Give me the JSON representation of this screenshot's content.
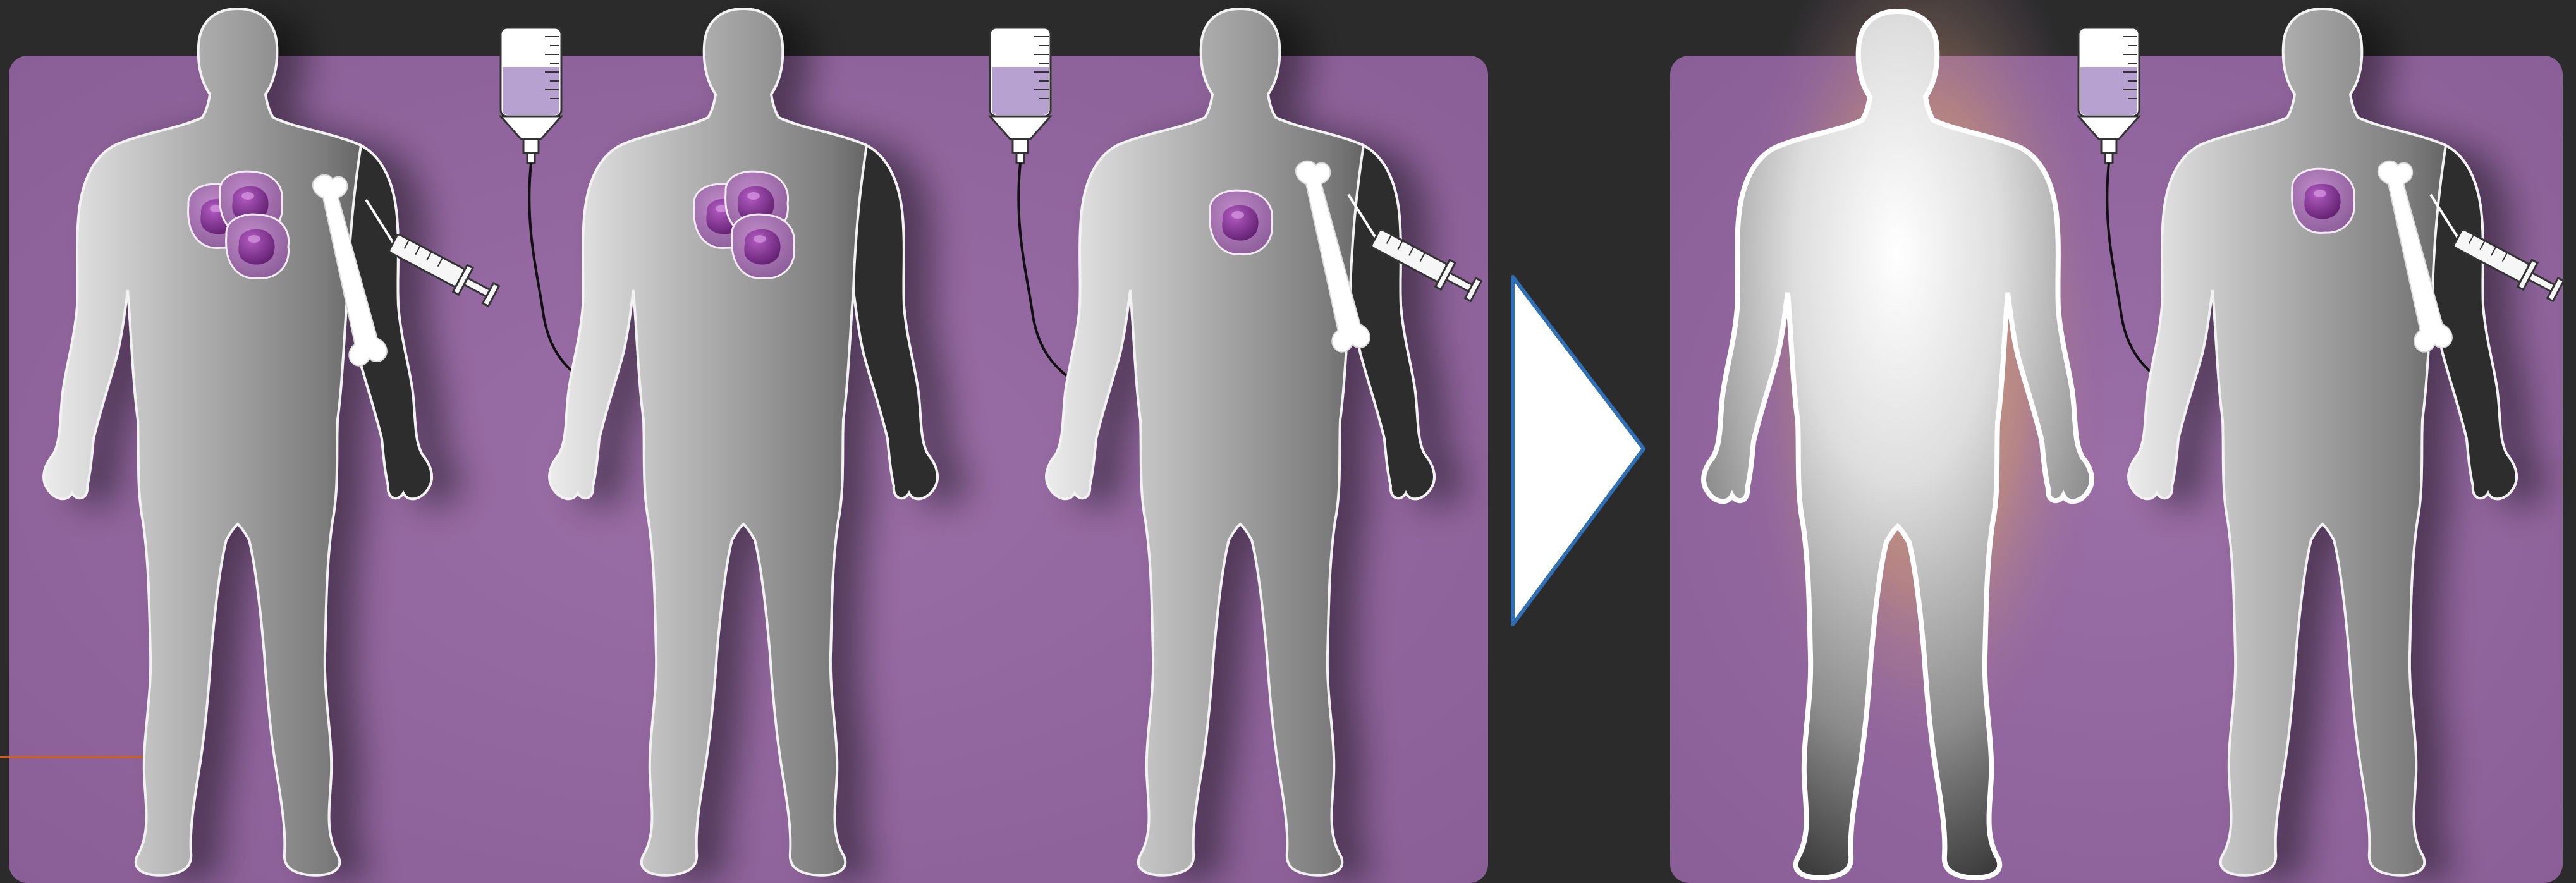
{
  "colors": {
    "background": "#2b2b2b",
    "panel": "#9468a0",
    "panel_dark": "#7d5589",
    "cell": "#9a4fa8",
    "cell_nucleus": "#6b2379",
    "bag_fluid": "#b6a1d0",
    "accent_line": "#c8602a",
    "arrow_fill": "#ffffff",
    "arrow_stroke": "#2f6fb5",
    "glow": "#e6c06a"
  },
  "panels": [
    {
      "id": "treatment-panel",
      "figures": [
        {
          "id": "patient-with-tumor",
          "tumor_cells": 3,
          "bone": true,
          "syringe": true,
          "iv_bag": false,
          "glow": false,
          "dark_arm": true
        },
        {
          "id": "patient-receiving-infusion",
          "tumor_cells": 3,
          "bone": false,
          "syringe": false,
          "iv_bag": true,
          "glow": false,
          "dark_arm": true
        },
        {
          "id": "patient-reduced-tumor",
          "tumor_cells": 1,
          "bone": true,
          "syringe": true,
          "iv_bag": true,
          "glow": false,
          "dark_arm": true
        }
      ]
    },
    {
      "id": "outcome-panel",
      "figures": [
        {
          "id": "healthy-patient",
          "tumor_cells": 0,
          "bone": false,
          "syringe": false,
          "iv_bag": false,
          "glow": true,
          "dark_arm": false
        },
        {
          "id": "patient-remaining-tumor",
          "tumor_cells": 1,
          "bone": true,
          "syringe": true,
          "iv_bag": true,
          "glow": false,
          "dark_arm": true
        }
      ]
    }
  ],
  "arrow": {
    "icon": "right-arrow-icon"
  }
}
